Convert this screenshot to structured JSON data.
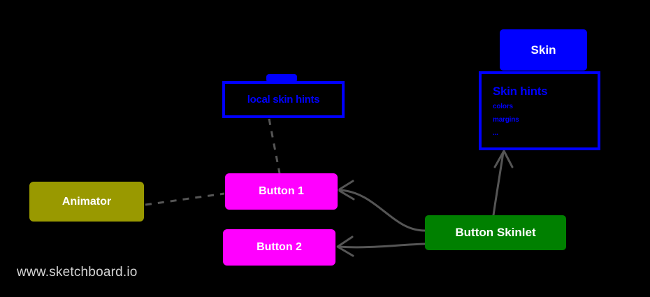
{
  "diagram": {
    "background_color": "#000000",
    "nodes": {
      "skin": {
        "label": "Skin",
        "fill_color": "#0000ff",
        "text_color": "#ffffff"
      },
      "skin_hints": {
        "title": "Skin hints",
        "items": [
          "colors",
          "margins",
          "..."
        ],
        "border_color": "#0000ff",
        "text_color": "#0000ff"
      },
      "local_skin_hints": {
        "label": "local skin hints",
        "border_color": "#0000ff",
        "text_color": "#0000ff"
      },
      "animator": {
        "label": "Animator",
        "fill_color": "#999900",
        "text_color": "#ffffff"
      },
      "button1": {
        "label": "Button 1",
        "fill_color": "#ff00ff",
        "text_color": "#ffffff"
      },
      "button2": {
        "label": "Button 2",
        "fill_color": "#ff00ff",
        "text_color": "#ffffff"
      },
      "button_skinlet": {
        "label": "Button Skinlet",
        "fill_color": "#008000",
        "text_color": "#ffffff"
      }
    },
    "connectors": [
      {
        "name": "animator-to-button1",
        "from": "animator",
        "to": "button1",
        "style": "dashed",
        "arrow": false,
        "color": "#555555"
      },
      {
        "name": "local-skin-hints-to-button1",
        "from": "local_skin_hints",
        "to": "button1",
        "style": "dashed",
        "arrow": false,
        "color": "#555555"
      },
      {
        "name": "button-skinlet-to-button1",
        "from": "button_skinlet",
        "to": "button1",
        "style": "solid",
        "arrow": true,
        "color": "#555555"
      },
      {
        "name": "button-skinlet-to-button2",
        "from": "button_skinlet",
        "to": "button2",
        "style": "solid",
        "arrow": true,
        "color": "#555555"
      },
      {
        "name": "button-skinlet-to-skin-hints",
        "from": "button_skinlet",
        "to": "skin_hints",
        "style": "solid",
        "arrow": true,
        "color": "#555555"
      }
    ]
  },
  "watermark": {
    "text": "www.sketchboard.io",
    "color": "#d4d4d4"
  }
}
